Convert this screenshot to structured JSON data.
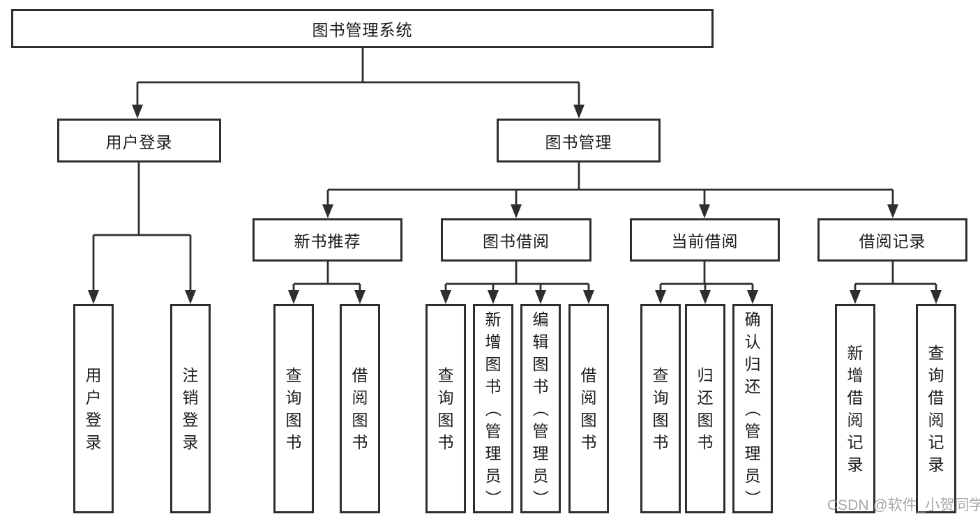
{
  "watermark": {
    "text": "CSDN @软件_小贺同学"
  },
  "tree": {
    "root": {
      "label": "图书管理系统"
    },
    "branches": [
      {
        "label": "用户登录",
        "children": [
          {
            "label": "用户登录"
          },
          {
            "label": "注销登录"
          }
        ]
      },
      {
        "label": "图书管理",
        "children": [
          {
            "label": "新书推荐",
            "children": [
              {
                "label": "查询图书"
              },
              {
                "label": "借阅图书"
              }
            ]
          },
          {
            "label": "图书借阅",
            "children": [
              {
                "label": "查询图书"
              },
              {
                "label": "新增图书（管理员）"
              },
              {
                "label": "编辑图书（管理员）"
              },
              {
                "label": "借阅图书"
              }
            ]
          },
          {
            "label": "当前借阅",
            "children": [
              {
                "label": "查询图书"
              },
              {
                "label": "归还图书"
              },
              {
                "label": "确认归还（管理员）"
              }
            ]
          },
          {
            "label": "借阅记录",
            "children": [
              {
                "label": "新增借阅记录"
              },
              {
                "label": "查询借阅记录"
              }
            ]
          }
        ]
      }
    ]
  }
}
